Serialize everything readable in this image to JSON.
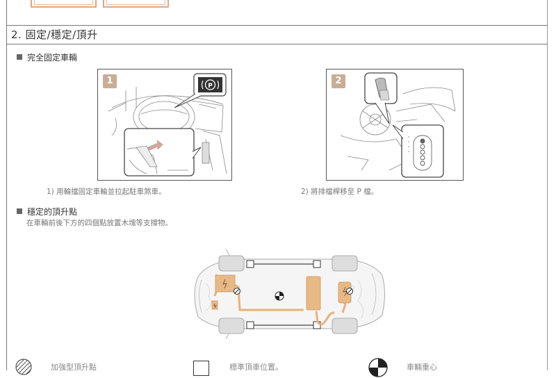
{
  "section": {
    "title": "2. 固定/穩定/頂升"
  },
  "secure_vehicle": {
    "heading": "完全固定車輛",
    "steps": [
      {
        "number": "1",
        "caption": "1) 用輪擋固定車輪並拉起駐車煞車。",
        "icon": "parking-brake-icon",
        "icon_text": "(P)"
      },
      {
        "number": "2",
        "caption": "2) 將排檔桿移至 P 檔。",
        "icon": "gear-shifter-icon"
      }
    ]
  },
  "jacking_points": {
    "heading": "穩定的頂升點",
    "description": "在車輛前後下方的四個點放置木塊等支撐物。"
  },
  "legend": [
    {
      "icon": "hatched-circle-icon",
      "label": "加強型頂升點"
    },
    {
      "icon": "square-outline-icon",
      "label": "標準頂車位置。"
    },
    {
      "icon": "center-of-gravity-icon",
      "label": "車輛重心"
    }
  ],
  "colors": {
    "accent_orange": "#e8b27a",
    "hv_component": "#e9b985",
    "badge": "#c9ad94",
    "frame_line": "#777777"
  }
}
